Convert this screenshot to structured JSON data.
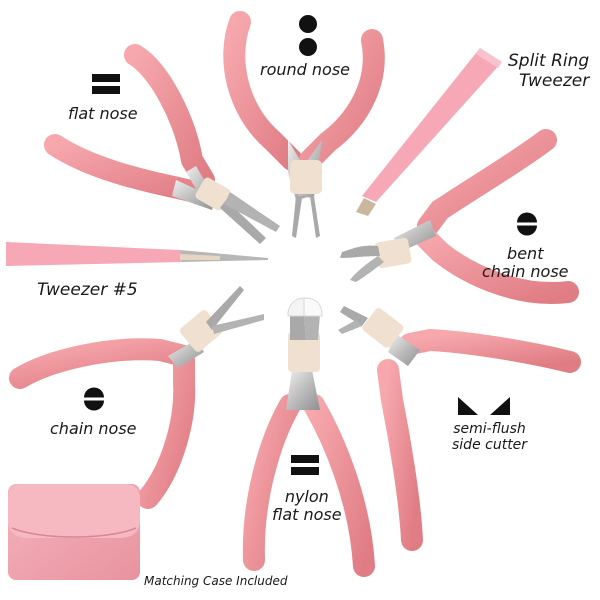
{
  "colors": {
    "handle": "#ef8f95",
    "handle_dark": "#d9747b",
    "metal": "#b9b9b9",
    "metal_light": "#e4e4e4",
    "tweezer": "#f6a8b7",
    "case": "#f1a9b3",
    "text": "#1a1a1a",
    "background": "#ffffff"
  },
  "labels": {
    "round_nose": "round nose",
    "flat_nose": "flat nose",
    "split_ring_line1": "Split Ring",
    "split_ring_line2": "Tweezer",
    "tweezer5": "Tweezer #5",
    "bent_chain_line1": "bent",
    "bent_chain_line2": "chain nose",
    "chain_nose": "chain nose",
    "semi_flush_line1": "semi-flush",
    "semi_flush_line2": "side cutter",
    "nylon_line1": "nylon",
    "nylon_line2": "flat nose",
    "case_caption": "Matching Case Included"
  },
  "icons": {
    "round_nose": "two-filled-circles-icon",
    "flat_nose": "double-bar-icon",
    "bent_chain": "half-split-circle-icon",
    "chain_nose": "half-split-circle-icon",
    "semi_flush": "two-triangles-icon",
    "nylon": "double-bar-icon"
  }
}
